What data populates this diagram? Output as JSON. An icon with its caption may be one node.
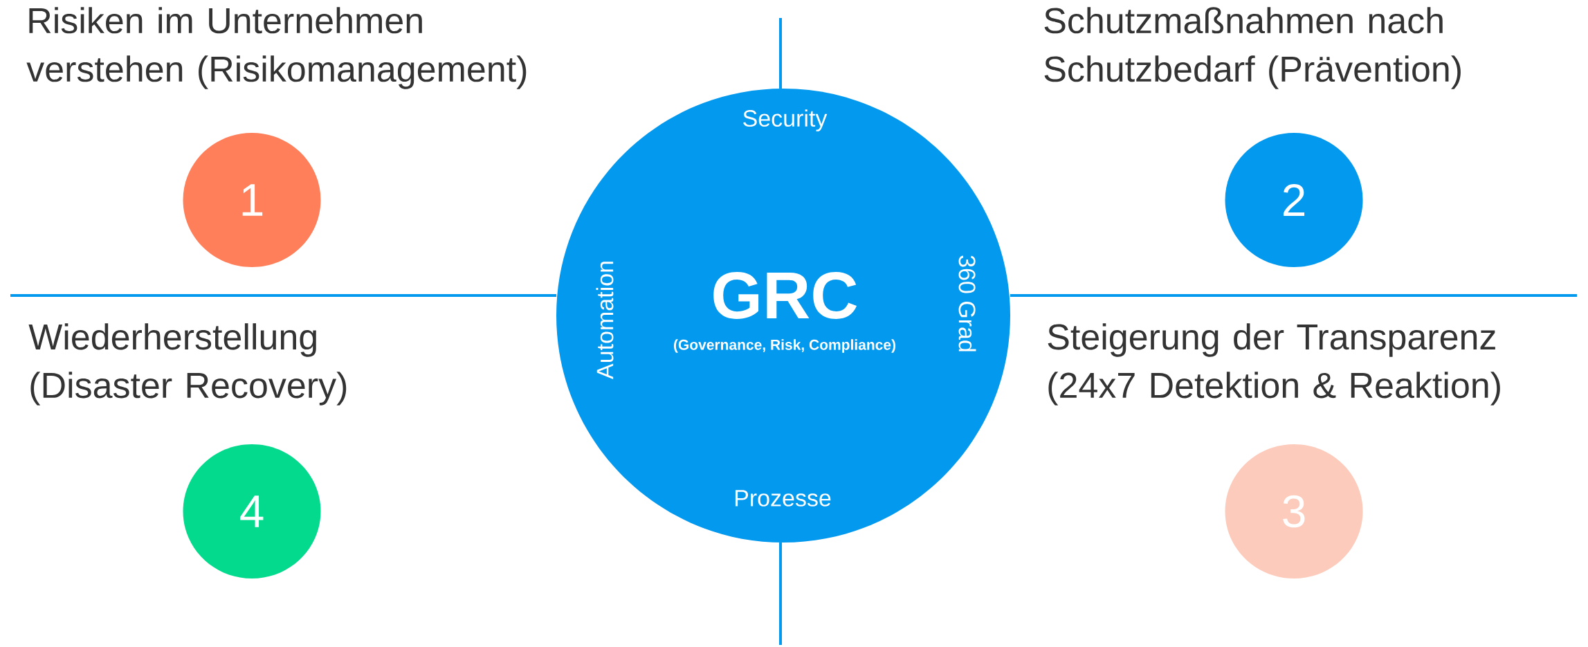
{
  "diagram": {
    "nodes": [
      {
        "text": [
          "Security",
          "Automation",
          "GRC",
          "(Governance, Risk, Compliance)",
          "360 Grad",
          "Prozesse"
        ]
      },
      {
        "text": [
          "1"
        ]
      },
      {
        "text": [
          "2"
        ]
      },
      {
        "text": [
          "3"
        ]
      },
      {
        "text": [
          "4"
        ]
      }
    ],
    "labels": [
      "Risiken im Unternehmen verstehen (Risikomanagement)",
      "Schutzmaßnahmen nach Schutzbedarf (Prävention)",
      "Wiederherstellung (Disaster Recovery)",
      "Steigerung der Transparenz (24x7 Detektion & Reaktion)"
    ]
  }
}
